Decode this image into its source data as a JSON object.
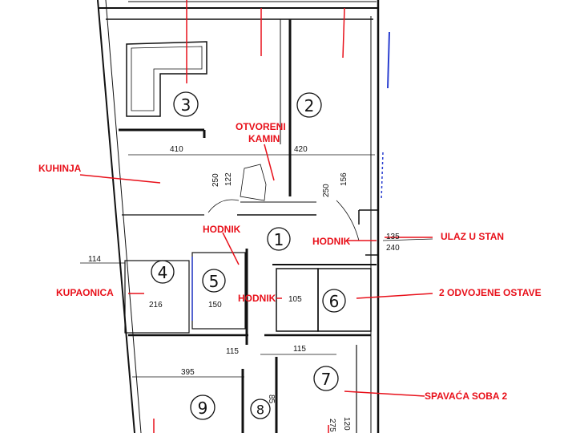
{
  "labels": {
    "kuhinja": "KUHINJA",
    "otvoreni": "OTVORENI",
    "kamin": "KAMIN",
    "hodnik_top": "HODNIK",
    "hodnik_right": "HODNIK",
    "hodnik_bottom": "HODNIK",
    "ulaz": "ULAZ U STAN",
    "kupaonica": "KUPAONICA",
    "ostave": "2 ODVOJENE OSTAVE",
    "spavaca": "SPAVAĆA SOBA 2"
  },
  "rooms": {
    "r1": "1",
    "r2": "2",
    "r3": "3",
    "r4": "4",
    "r5": "5",
    "r6": "6",
    "r7": "7",
    "r8": "8",
    "r9": "9"
  },
  "dimensions": {
    "d410": "410",
    "d420": "420",
    "d250a": "250",
    "d122": "122",
    "d156": "156",
    "d250b": "250",
    "d135": "135",
    "d240": "240",
    "d114": "114",
    "d216": "216",
    "d150": "150",
    "d105": "105",
    "d115a": "115",
    "d115b": "115",
    "d395": "395",
    "d85": "85",
    "d120": "120",
    "d275": "275"
  },
  "colors": {
    "label": "#e8101a",
    "ink": "#111111",
    "accent": "#2a3fd0"
  }
}
